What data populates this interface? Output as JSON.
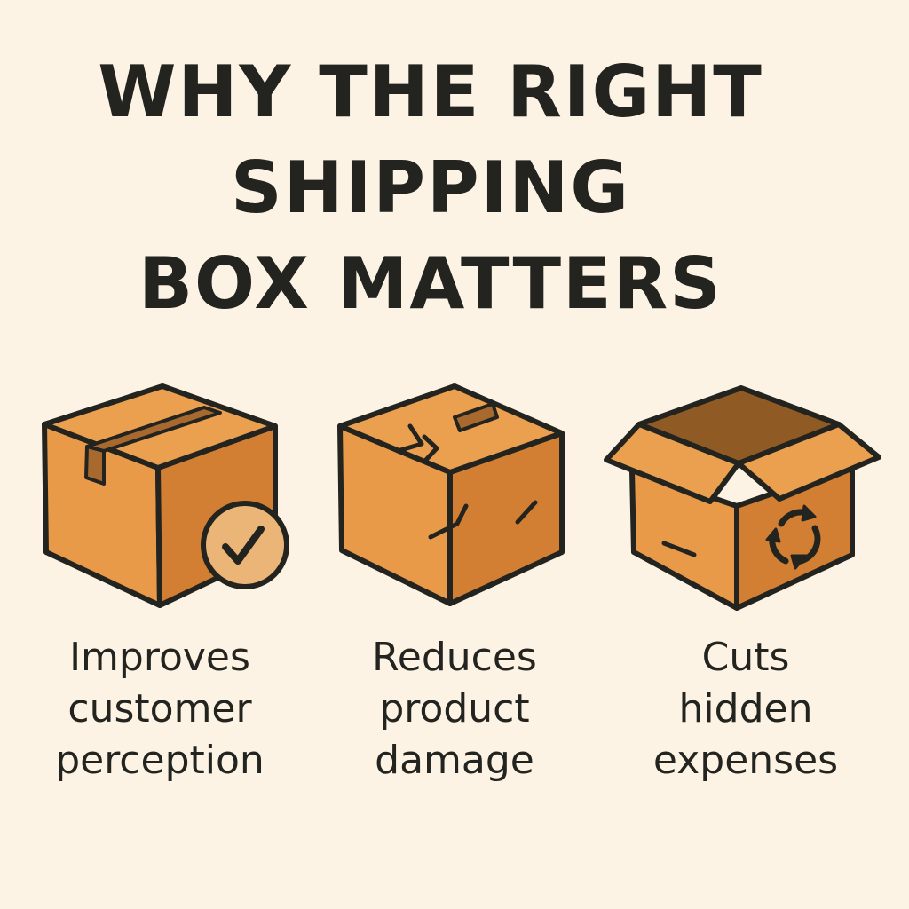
{
  "title": {
    "lines": [
      "WHY THE RIGHT",
      "SHIPPING",
      "BOX MATTERS"
    ]
  },
  "items": [
    {
      "icon": "closed-box-with-check-icon",
      "label_lines": [
        "Improves",
        "customer",
        "perception"
      ]
    },
    {
      "icon": "damaged-box-icon",
      "label_lines": [
        "Reduces",
        "product",
        "damage"
      ]
    },
    {
      "icon": "open-box-recycle-icon",
      "label_lines": [
        "Cuts",
        "hidden",
        "expenses"
      ]
    }
  ],
  "colors": {
    "background": "#fcf3e4",
    "box_light": "#e89a48",
    "box_dark": "#d27f33",
    "tape": "#a8692e",
    "outline": "#23241f",
    "check_bg": "#ebb577"
  }
}
